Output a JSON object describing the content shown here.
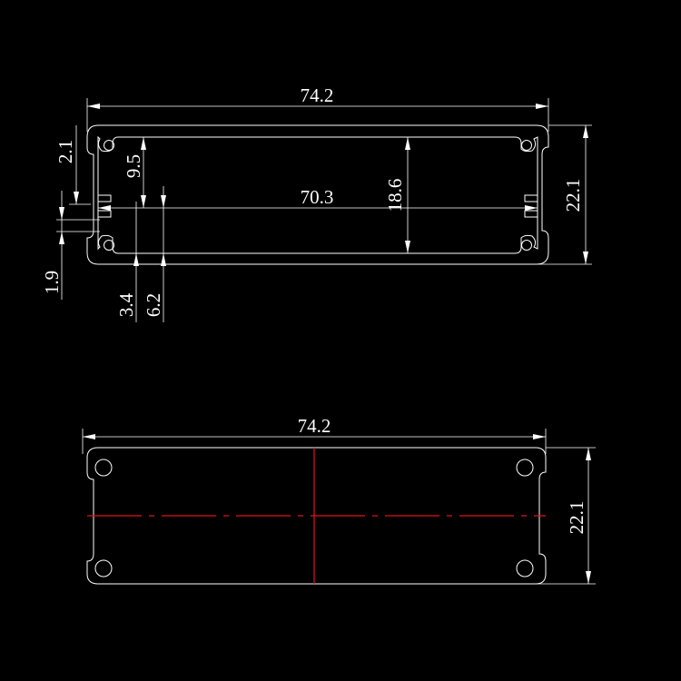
{
  "colors": {
    "background": "#000000",
    "outline": "#ffffff",
    "center_line": "#e0141e"
  },
  "top_view": {
    "dims": {
      "overall_width": "74.2",
      "inner_width": "70.3",
      "inner_height": "18.6",
      "overall_height": "22.1",
      "rib_top": "2.1",
      "slot_depth": "9.5",
      "wall_a": "1.9",
      "wall_b": "3.4",
      "wall_c": "6.2"
    }
  },
  "end_view": {
    "dims": {
      "overall_width": "74.2",
      "overall_height": "22.1"
    }
  }
}
